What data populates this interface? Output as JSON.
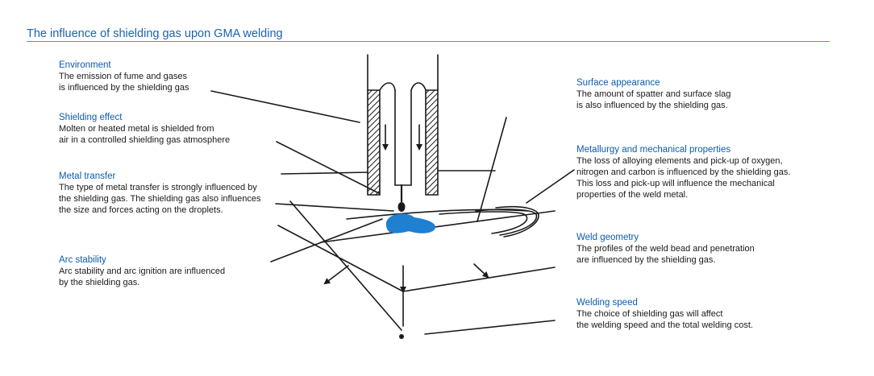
{
  "title": "The influence of shielding gas upon GMA welding",
  "colors": {
    "accent": "#0b5cad",
    "weld_pool": "#1f7fd1",
    "line": "#1a1a1a"
  },
  "left_notes": [
    {
      "heading": "Environment",
      "text": "The emission of fume and gases\nis influenced by the shielding gas"
    },
    {
      "heading": "Shielding effect",
      "text": "Molten or heated metal is shielded from\nair in a controlled shielding gas atmosphere"
    },
    {
      "heading": "Metal transfer",
      "text": "The type of metal transfer is strongly influenced by\nthe shielding gas. The shielding gas also influences\nthe size and forces acting on the droplets."
    },
    {
      "heading": "Arc stability",
      "text": "Arc stability and arc ignition are influenced\nby the shielding gas."
    }
  ],
  "right_notes": [
    {
      "heading": "Surface appearance",
      "text": "The amount of spatter and surface slag\nis also influenced by the shielding gas."
    },
    {
      "heading": "Metallurgy and mechanical properties",
      "text": "The loss of alloying elements and pick-up of oxygen,\nnitrogen and carbon is influenced by the shielding gas.\nThis loss and pick-up will influence the mechanical\nproperties of the weld metal."
    },
    {
      "heading": "Weld geometry",
      "text": "The profiles of the weld bead and penetration\nare influenced by the shielding gas."
    },
    {
      "heading": "Welding speed",
      "text": "The choice of shielding gas will affect\nthe welding speed and the total welding cost."
    }
  ]
}
